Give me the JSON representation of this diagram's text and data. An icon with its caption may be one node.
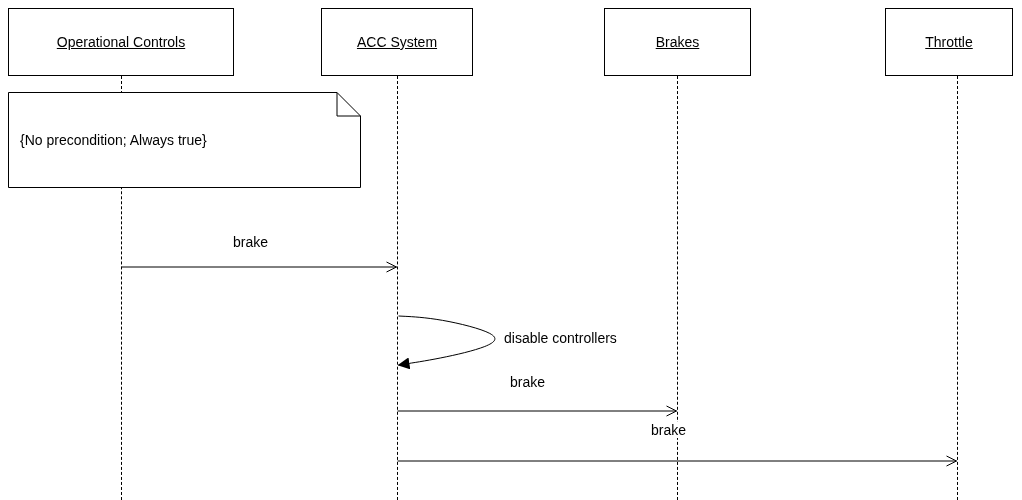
{
  "diagram": {
    "nodes": [
      {
        "text": [
          "Operational Controls"
        ]
      },
      {
        "text": [
          "ACC System"
        ]
      },
      {
        "text": [
          "Brakes"
        ]
      },
      {
        "text": [
          "Throttle"
        ]
      },
      {
        "text": [
          "{No precondition; Always true}"
        ]
      },
      {
        "text": [],
        "shape": "line"
      },
      {
        "text": [],
        "shape": "line"
      },
      {
        "text": [],
        "shape": "line"
      },
      {
        "text": [],
        "shape": "line"
      }
    ],
    "edges": [
      {
        "from": 5,
        "to": 6,
        "arrow": "to",
        "label": "brake"
      },
      {
        "from": 6,
        "to": 6,
        "arrow": "to",
        "label": "disable controllers"
      },
      {
        "from": 6,
        "to": 7,
        "arrow": "to",
        "label": "brake"
      },
      {
        "from": 6,
        "to": 8,
        "arrow": "to",
        "label": "brake"
      }
    ]
  }
}
